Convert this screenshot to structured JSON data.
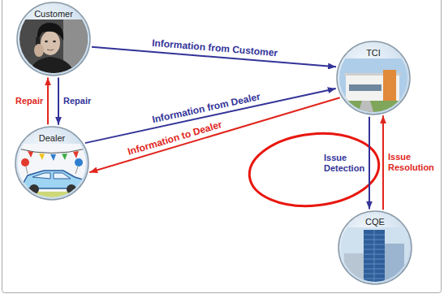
{
  "diagram": {
    "nodes": [
      {
        "text": [
          "Customer"
        ]
      },
      {
        "text": [
          "TCI"
        ]
      },
      {
        "text": [
          "Dealer"
        ]
      },
      {
        "text": [
          "CQE"
        ]
      }
    ],
    "edges": [
      {
        "from": 0,
        "to": 1,
        "label": "Information from Customer",
        "arrow": "to"
      },
      {
        "from": 2,
        "to": 1,
        "label": "Information from Dealer",
        "arrow": "to"
      },
      {
        "from": 1,
        "to": 2,
        "label": "Information to Dealer",
        "arrow": "to"
      },
      {
        "from": 2,
        "to": 0,
        "label": "Repair",
        "arrow": "to"
      },
      {
        "from": 0,
        "to": 2,
        "label": "Repair",
        "arrow": "to"
      },
      {
        "from": 1,
        "to": 3,
        "label": "Issue Detection",
        "arrow": "to"
      },
      {
        "from": 3,
        "to": 1,
        "label": "Issue Resolution",
        "arrow": "to"
      }
    ]
  }
}
